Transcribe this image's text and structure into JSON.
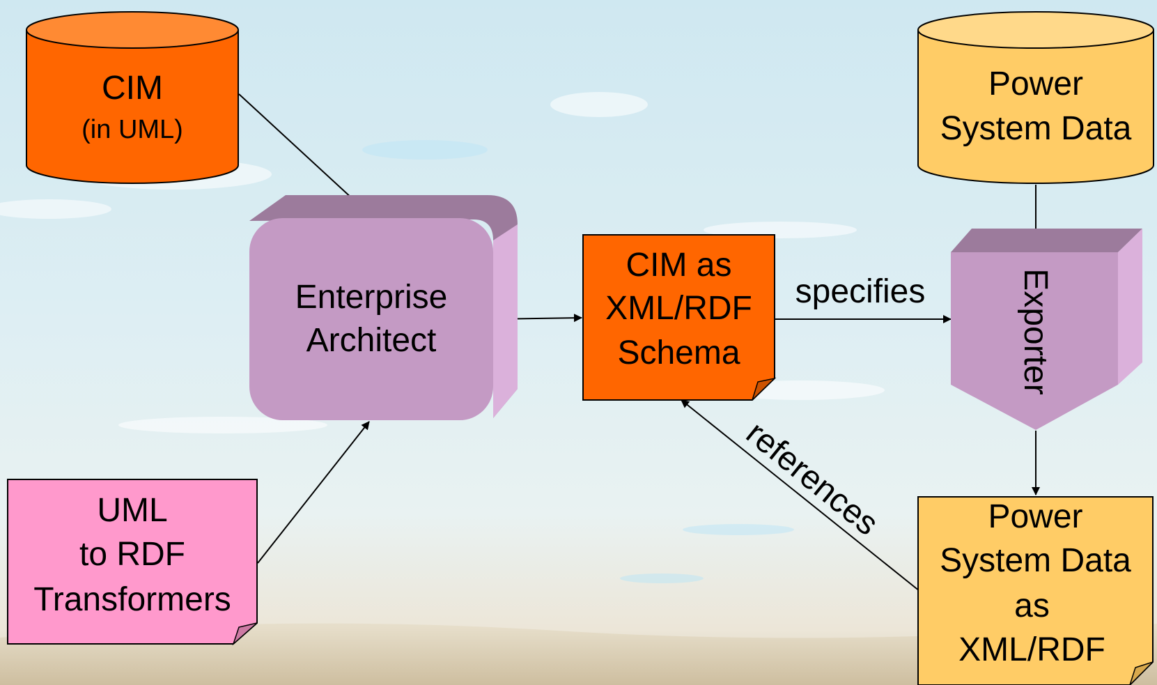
{
  "nodes": {
    "cim_db": {
      "title": "CIM",
      "subtitle": "(in UML)"
    },
    "enterprise_architect": {
      "line1": "Enterprise",
      "line2": "Architect"
    },
    "cim_schema": {
      "line1": "CIM as",
      "line2": "XML/RDF",
      "line3": "Schema"
    },
    "power_data_db": {
      "line1": "Power",
      "line2": "System Data"
    },
    "exporter": {
      "label": "Exporter"
    },
    "uml_transformers": {
      "line1": "UML",
      "line2": "to RDF",
      "line3": "Transformers"
    },
    "power_data_rdf": {
      "line1": "Power",
      "line2": "System Data",
      "line3": "as",
      "line4": "XML/RDF"
    }
  },
  "edges": {
    "specifies": "specifies",
    "references": "references"
  },
  "colors": {
    "cim_orange": "#ff6600",
    "power_yellow": "#ffcc66",
    "tool_purple": "#c49ac4",
    "transformer_pink": "#ff99cc"
  }
}
